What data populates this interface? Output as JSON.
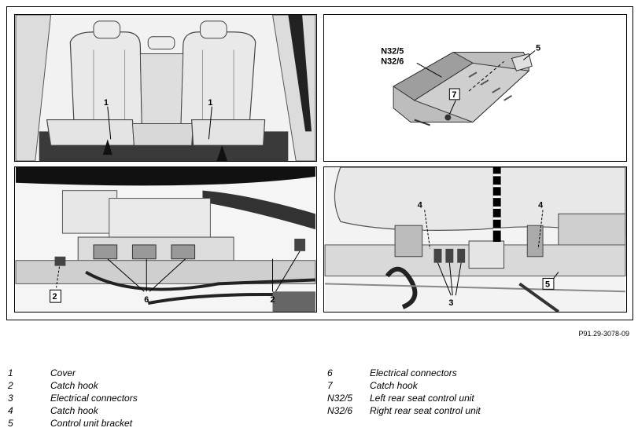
{
  "figure_id": "P91.29-3078-09",
  "callouts": {
    "p1_left": "1",
    "p1_right": "1",
    "p2_n325": "N32/5",
    "p2_n326": "N32/6",
    "p2_five": "5",
    "p2_seven": "7",
    "p3_two_left": "2",
    "p3_six": "6",
    "p3_two_right": "2",
    "p4_four_left": "4",
    "p4_four_right": "4",
    "p4_three": "3",
    "p4_five": "5"
  },
  "legend": {
    "left": [
      {
        "num": "1",
        "text": "Cover"
      },
      {
        "num": "2",
        "text": "Catch hook"
      },
      {
        "num": "3",
        "text": "Electrical connectors"
      },
      {
        "num": "4",
        "text": "Catch hook"
      },
      {
        "num": "5",
        "text": "Control unit bracket"
      }
    ],
    "right": [
      {
        "num": "6",
        "text": "Electrical connectors"
      },
      {
        "num": "7",
        "text": "Catch hook"
      },
      {
        "num": "N32/5",
        "text": "Left rear seat control unit"
      },
      {
        "num": "N32/6",
        "text": "Right rear seat control unit"
      }
    ]
  }
}
